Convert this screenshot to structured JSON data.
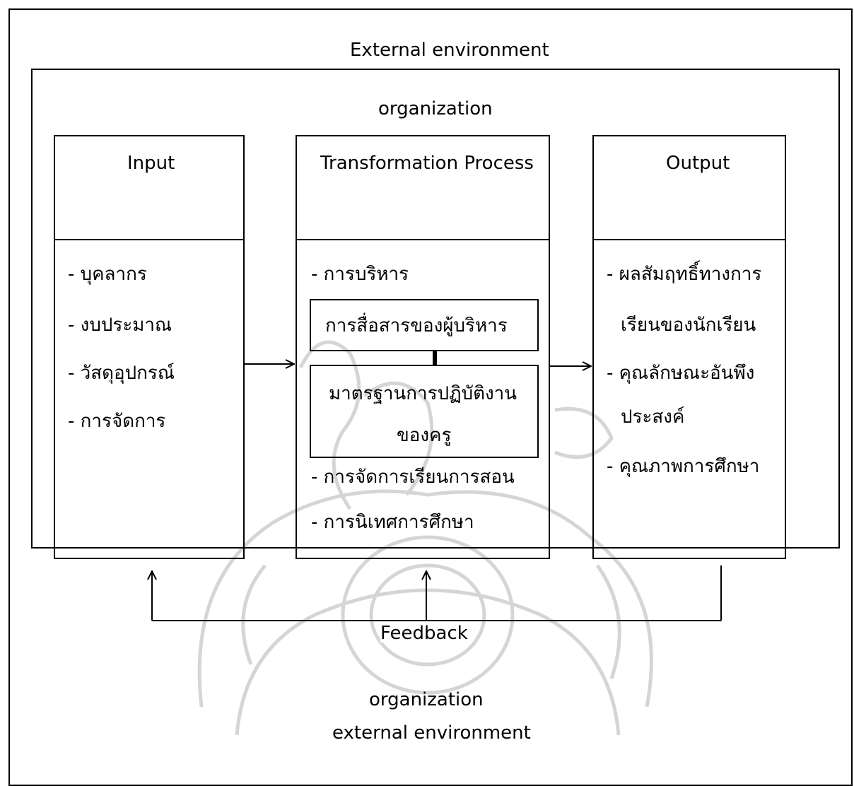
{
  "labels": {
    "external_environment_top": "External environment",
    "organization_top": "organization",
    "feedback": "Feedback",
    "organization_bottom": "organization",
    "external_environment_bottom": "external environment"
  },
  "input": {
    "title": "Input",
    "items": [
      "- บุคลากร",
      "- งบประมาณ",
      "- วัสดุอุปกรณ์",
      "- การจัดการ"
    ]
  },
  "process": {
    "title": "Transformation Process",
    "item_top": "- การบริหาร",
    "subbox1": "การสื่อสารของผู้บริหาร",
    "subbox2_line1": "มาตรฐานการปฏิบัติงาน",
    "subbox2_line2": "ของครู",
    "items_bottom": [
      "- การจัดการเรียนการสอน",
      "- การนิเทศการศึกษา"
    ]
  },
  "output": {
    "title": "Output",
    "lines": [
      "- ผลสัมฤทธิ์ทางการ",
      "เรียนของนักเรียน",
      "- คุณลักษณะอันพึง",
      "ประสงค์",
      "- คุณภาพการศึกษา"
    ]
  },
  "watermark_icon": "university-seal-icon"
}
